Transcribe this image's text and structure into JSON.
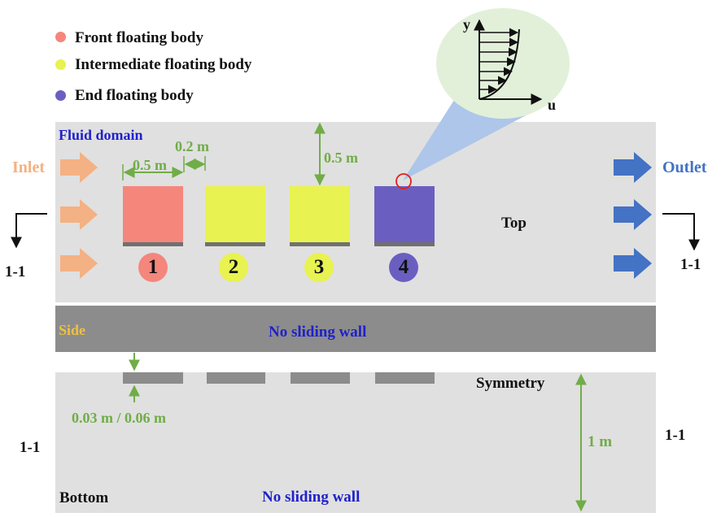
{
  "legend": {
    "items": [
      {
        "label": "Front floating body",
        "color": "#f4867c"
      },
      {
        "label": "Intermediate floating body",
        "color": "#e8f250"
      },
      {
        "label": "End floating body",
        "color": "#6a5fc1"
      }
    ]
  },
  "top_view": {
    "fluid_domain": "Fluid domain",
    "inlet": "Inlet",
    "outlet": "Outlet",
    "top": "Top",
    "side": "Side",
    "dim_width": "0.5 m",
    "dim_gap": "0.2 m",
    "dim_height": "0.5 m",
    "body_numbers": [
      "1",
      "2",
      "3",
      "4"
    ],
    "section_left": "1-1",
    "section_right": "1-1",
    "wall": "No sliding wall"
  },
  "velocity_profile": {
    "y_axis": "y",
    "x_axis": "u"
  },
  "section_view": {
    "label": "1-1",
    "symmetry": "Symmetry",
    "bottom": "Bottom",
    "wall": "No sliding wall",
    "dim_draft": "0.03 m / 0.06 m",
    "dim_depth": "1 m"
  },
  "colors": {
    "domain": "#e0e0e0",
    "wall": "#8c8c8c",
    "inlet_arrow": "#f4b183",
    "outlet_arrow": "#4472c4",
    "dimension": "#70ad47",
    "label_blue": "#2020cc",
    "bubble": "#e2f0d9",
    "cone": "#adc6ea"
  }
}
